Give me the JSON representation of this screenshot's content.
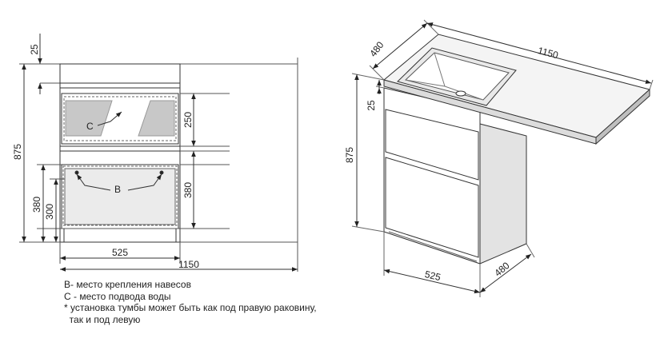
{
  "front_view": {
    "dims": {
      "countertop_thickness": "25",
      "total_height": "875",
      "upper_drawer_height": "250",
      "lower_drawer_height": "380",
      "lower_inner_height_380": "380",
      "lower_inner_height_300": "300",
      "cabinet_width": "525",
      "countertop_width": "1150"
    },
    "point_labels": {
      "c": "C",
      "b": "B"
    }
  },
  "iso_view": {
    "dims": {
      "depth_top": "480",
      "countertop_width": "1150",
      "countertop_thickness": "25",
      "total_height": "875",
      "cabinet_width": "525",
      "depth_bottom": "480"
    }
  },
  "notes": [
    "B- место крепления навесов",
    "С - место подвода воды",
    "* установка тумбы может быть как под правую раковину,",
    "  так и под левую"
  ]
}
